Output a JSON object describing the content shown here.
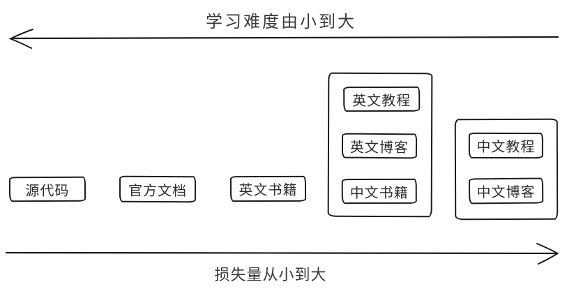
{
  "diagram": {
    "background": "#ffffff",
    "ink_color": "#1c1c1c",
    "top_axis": {
      "label": "学习难度由小到大",
      "arrow_direction": "left"
    },
    "bottom_axis": {
      "label": "损失量从小到大",
      "arrow_direction": "right"
    },
    "standalone_boxes": [
      {
        "label": "源代码"
      },
      {
        "label": "官方文档"
      },
      {
        "label": "英文书籍"
      }
    ],
    "groups": [
      {
        "boxes": [
          {
            "label": "英文教程"
          },
          {
            "label": "英文博客"
          },
          {
            "label": "中文书籍"
          }
        ]
      },
      {
        "boxes": [
          {
            "label": "中文教程"
          },
          {
            "label": "中文博客"
          }
        ]
      }
    ]
  }
}
